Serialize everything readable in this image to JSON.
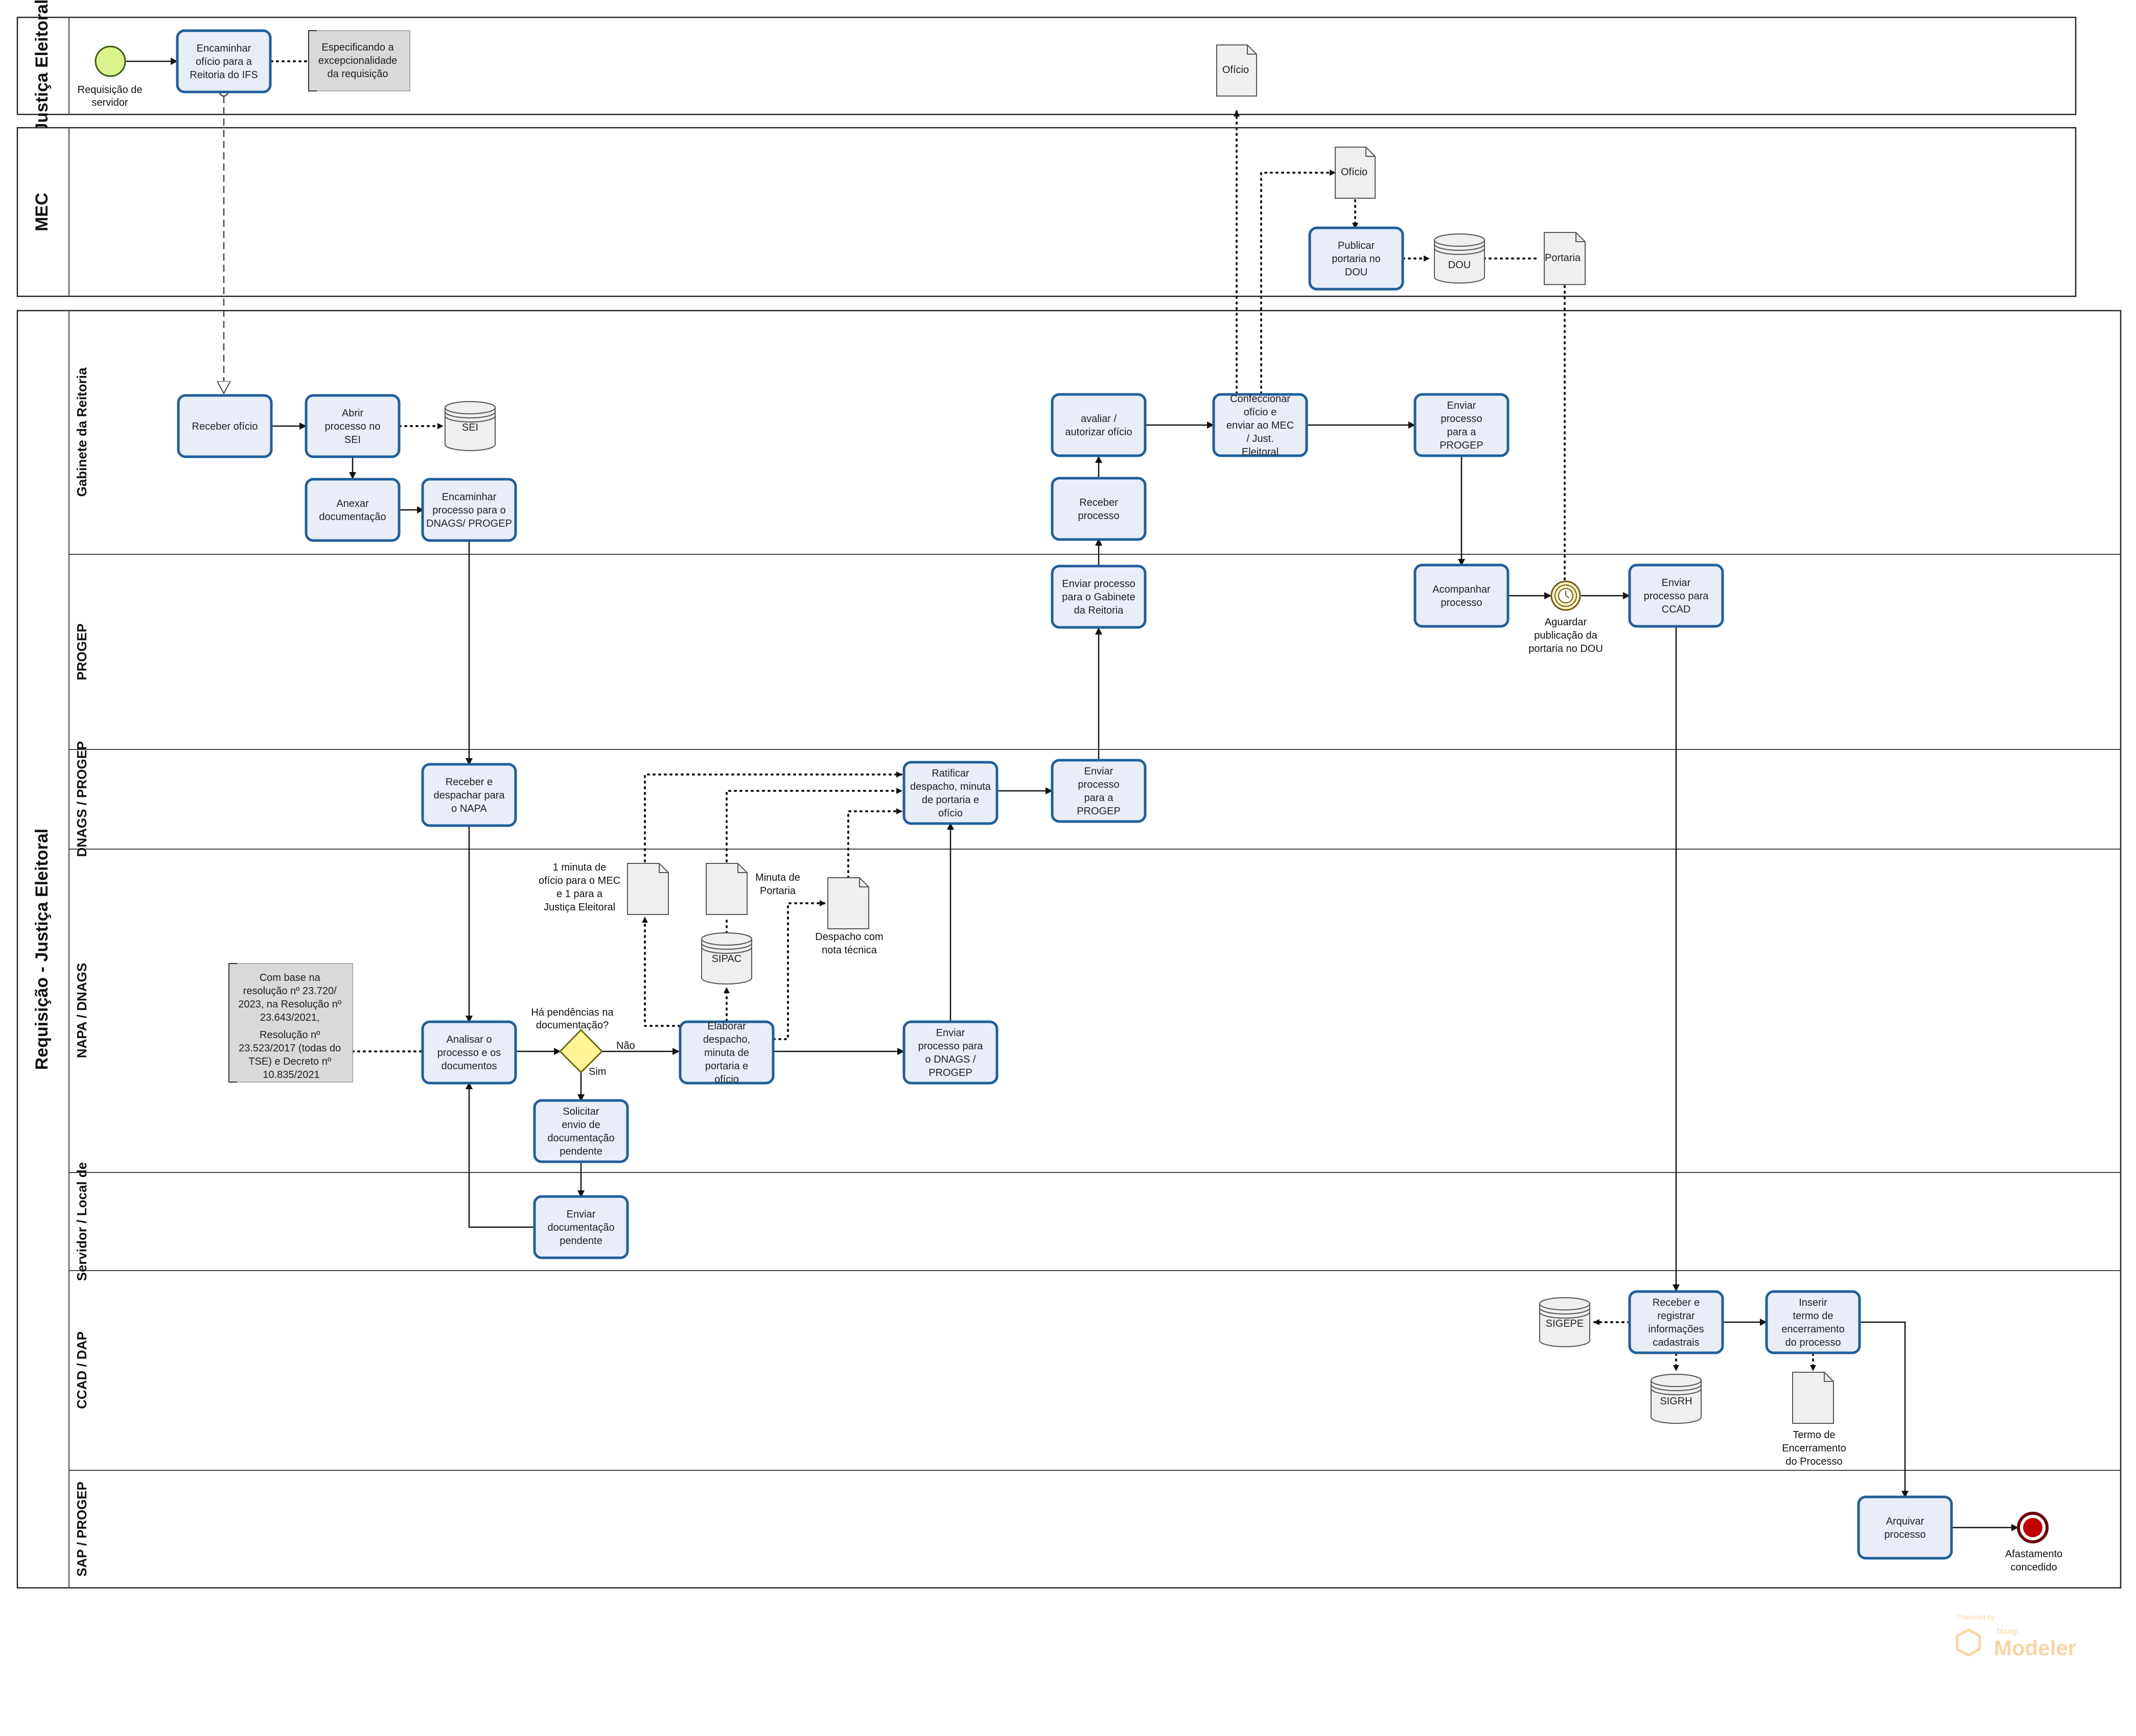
{
  "pools": {
    "justica_eleitoral": "Justiça Eleitoral",
    "mec": "MEC",
    "requisicao": "Requisição - Justiça Eleitoral"
  },
  "lanes": {
    "gabinete": "Gabinete da Reitoria",
    "progep": "PROGEP",
    "dnags": "DNAGS / PROGEP",
    "napa": "NAPA / DNAGS",
    "servidor": "Servidor / Local de",
    "ccad": "CCAD / DAP",
    "sap": "SAP / PROGEP"
  },
  "events": {
    "start": "Requisição de servidor",
    "timer": "Aguardar publicação da portaria no DOU",
    "end": "Afastamento concedido"
  },
  "tasks": {
    "encaminhar_oficio": "Encaminhar ofício para a Reitoria do IFS",
    "publicar_portaria": "Publicar portaria no DOU",
    "receber_oficio": "Receber ofício",
    "abrir_processo": "Abrir processo no SEI",
    "anexar_documentacao": "Anexar documentação",
    "encaminhar_processo": "Encaminhar processo para o DNAGS/ PROGEP",
    "avaliar_oficio": "avaliar / autorizar ofício",
    "receber_processo": "Receber processo",
    "confeccionar_oficio": "Confeccionar ofício e enviar ao MEC / Just. Eleitoral",
    "enviar_progep_gab": "Enviar processo para a PROGEP",
    "enviar_gabinete": "Enviar processo para o Gabinete da Reitoria",
    "acompanhar_processo": "Acompanhar processo",
    "enviar_ccad": "Enviar processo para CCAD",
    "receber_despachar": "Receber e despachar para o NAPA",
    "ratificar_despacho": "Ratificar despacho, minuta de portaria e ofício",
    "enviar_progep_dnags": "Enviar processo para a PROGEP",
    "analisar_processo": "Analisar o processo e os documentos",
    "elaborar_despacho": "Elaborar despacho, minuta de portaria e ofício",
    "enviar_dnags": "Enviar processo para o DNAGS / PROGEP",
    "solicitar_envio": "Solicitar envio de documentação pendente",
    "enviar_documentacao": "Enviar documentação pendente",
    "receber_registrar": "Receber e registrar informações cadastrais",
    "inserir_termo": "Inserir termo de encerramento do processo",
    "arquivar_processo": "Arquivar processo"
  },
  "gateway": {
    "question": "Há pendências na documentação?",
    "no": "Não",
    "yes": "Sim"
  },
  "artifacts": {
    "oficio_je": "Ofício",
    "oficio_mec": "Ofício",
    "dou": "DOU",
    "portaria": "Portaria",
    "sei": "SEI",
    "sipac": "SIPAC",
    "minuta_oficio": "1 minuta de ofício para o MEC e 1 para a Justiça Eleitoral",
    "minuta_portaria": "Minuta de Portaria",
    "despacho": "Despacho com nota técnica",
    "sigepe": "SIGEPE",
    "sigrh": "SIGRH",
    "termo": "Termo de Encerramento do Processo"
  },
  "annotations": {
    "especificando": "Especificando a excepcionalidade da requisição",
    "resolucao": "Com base na resolução nº 23.720/ 2023, na Resolução nº 23.643/2021, Resolução nº 23.523/2017 (todas do TSE) e Decreto nº 10.835/2021"
  },
  "watermark": {
    "powered": "Powered by",
    "brand": "bizagi",
    "product": "Modeler"
  }
}
